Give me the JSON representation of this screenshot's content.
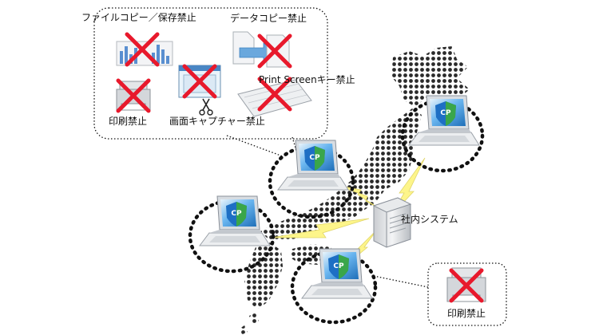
{
  "callout_top": {
    "items": [
      {
        "label": "ファイルコピー／保存禁止",
        "icon": "bar-chart-file-icon"
      },
      {
        "label": "データコピー禁止",
        "icon": "data-copy-icon"
      },
      {
        "label": "印刷禁止",
        "icon": "printer-icon"
      },
      {
        "label": "画面キャプチャー禁止",
        "icon": "screen-capture-icon"
      },
      {
        "label": "Print Screenキー禁止",
        "icon": "keyboard-icon"
      }
    ]
  },
  "server": {
    "label": "社内システム",
    "icon": "server-icon"
  },
  "clients": [
    {
      "badge": "CP",
      "icon": "laptop-icon"
    },
    {
      "badge": "CP",
      "icon": "laptop-icon"
    },
    {
      "badge": "CP",
      "icon": "laptop-icon"
    },
    {
      "badge": "CP",
      "icon": "laptop-icon"
    }
  ],
  "callout_bottom": {
    "label": "印刷禁止",
    "icon": "printer-icon"
  },
  "colors": {
    "prohibit_mark": "#e8192c",
    "connection_bolt": "#fdf58a",
    "shield_blue": "#1e6fc4",
    "shield_green": "#3aa64a",
    "map_dots": "#2a2a2a",
    "screen_blue": "#2a8fe0"
  }
}
